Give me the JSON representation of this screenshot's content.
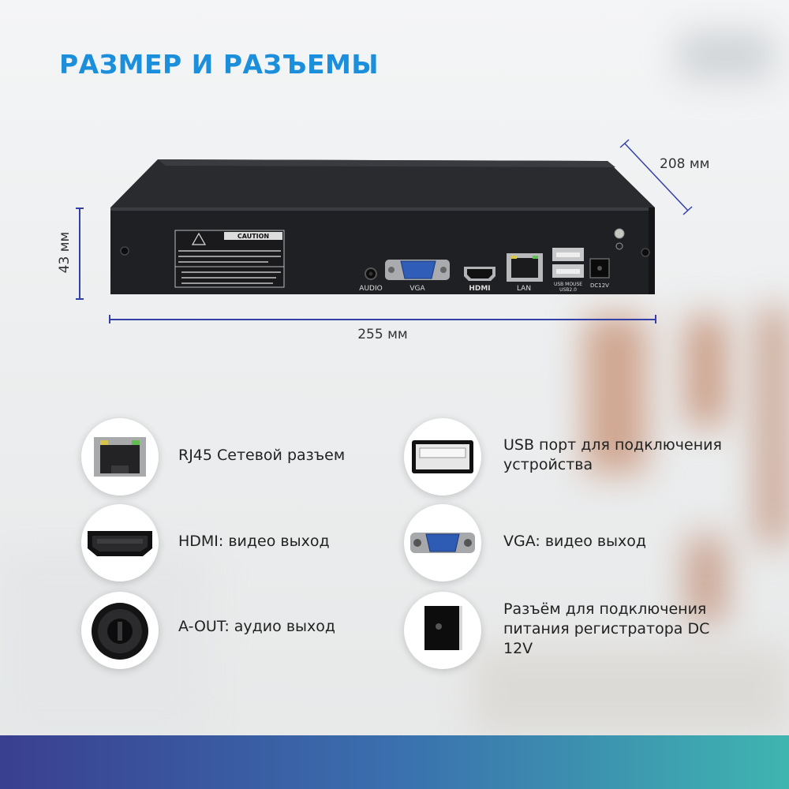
{
  "title": "РАЗМЕР И РАЗЪЕМЫ",
  "dimensions": {
    "height": "43 мм",
    "width": "255 мм",
    "depth": "208 мм"
  },
  "device_labels": {
    "caution": "CAUTION",
    "audio": "AUDIO",
    "vga": "VGA",
    "hdmi": "HDMI",
    "lan": "LAN",
    "usb": "USB MOUSE",
    "usb2": "USB2.0",
    "dc": "DC12V"
  },
  "features": [
    {
      "icon": "rj45-port-icon",
      "label": "RJ45 Сетевой разъем"
    },
    {
      "icon": "usb-port-icon",
      "label": "USB порт для подключения устройства"
    },
    {
      "icon": "hdmi-port-icon",
      "label": "HDMI: видео выход"
    },
    {
      "icon": "vga-port-icon",
      "label": "VGA: видео выход"
    },
    {
      "icon": "audio-jack-icon",
      "label": "A-OUT: аудио выход"
    },
    {
      "icon": "dc-power-jack-icon",
      "label": "Разъём для подключения питания регистратора DC 12V"
    }
  ],
  "colors": {
    "title": "#1b8fdc",
    "dimension_line": "#3340a8",
    "footer_start": "#3a3f8f",
    "footer_end": "#3fb5b0"
  }
}
